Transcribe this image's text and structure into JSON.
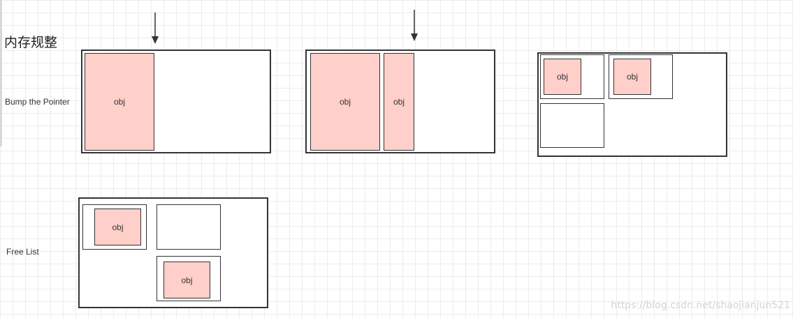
{
  "title": "内存规整",
  "labels": {
    "bump": "Bump the Pointer",
    "free": "Free List"
  },
  "obj_label": "obj",
  "watermark": "https://blog.csdn.net/shaojianjun521",
  "colors": {
    "obj_fill": "#ffcfc9",
    "stroke": "#333333",
    "grid": "#ececec"
  }
}
